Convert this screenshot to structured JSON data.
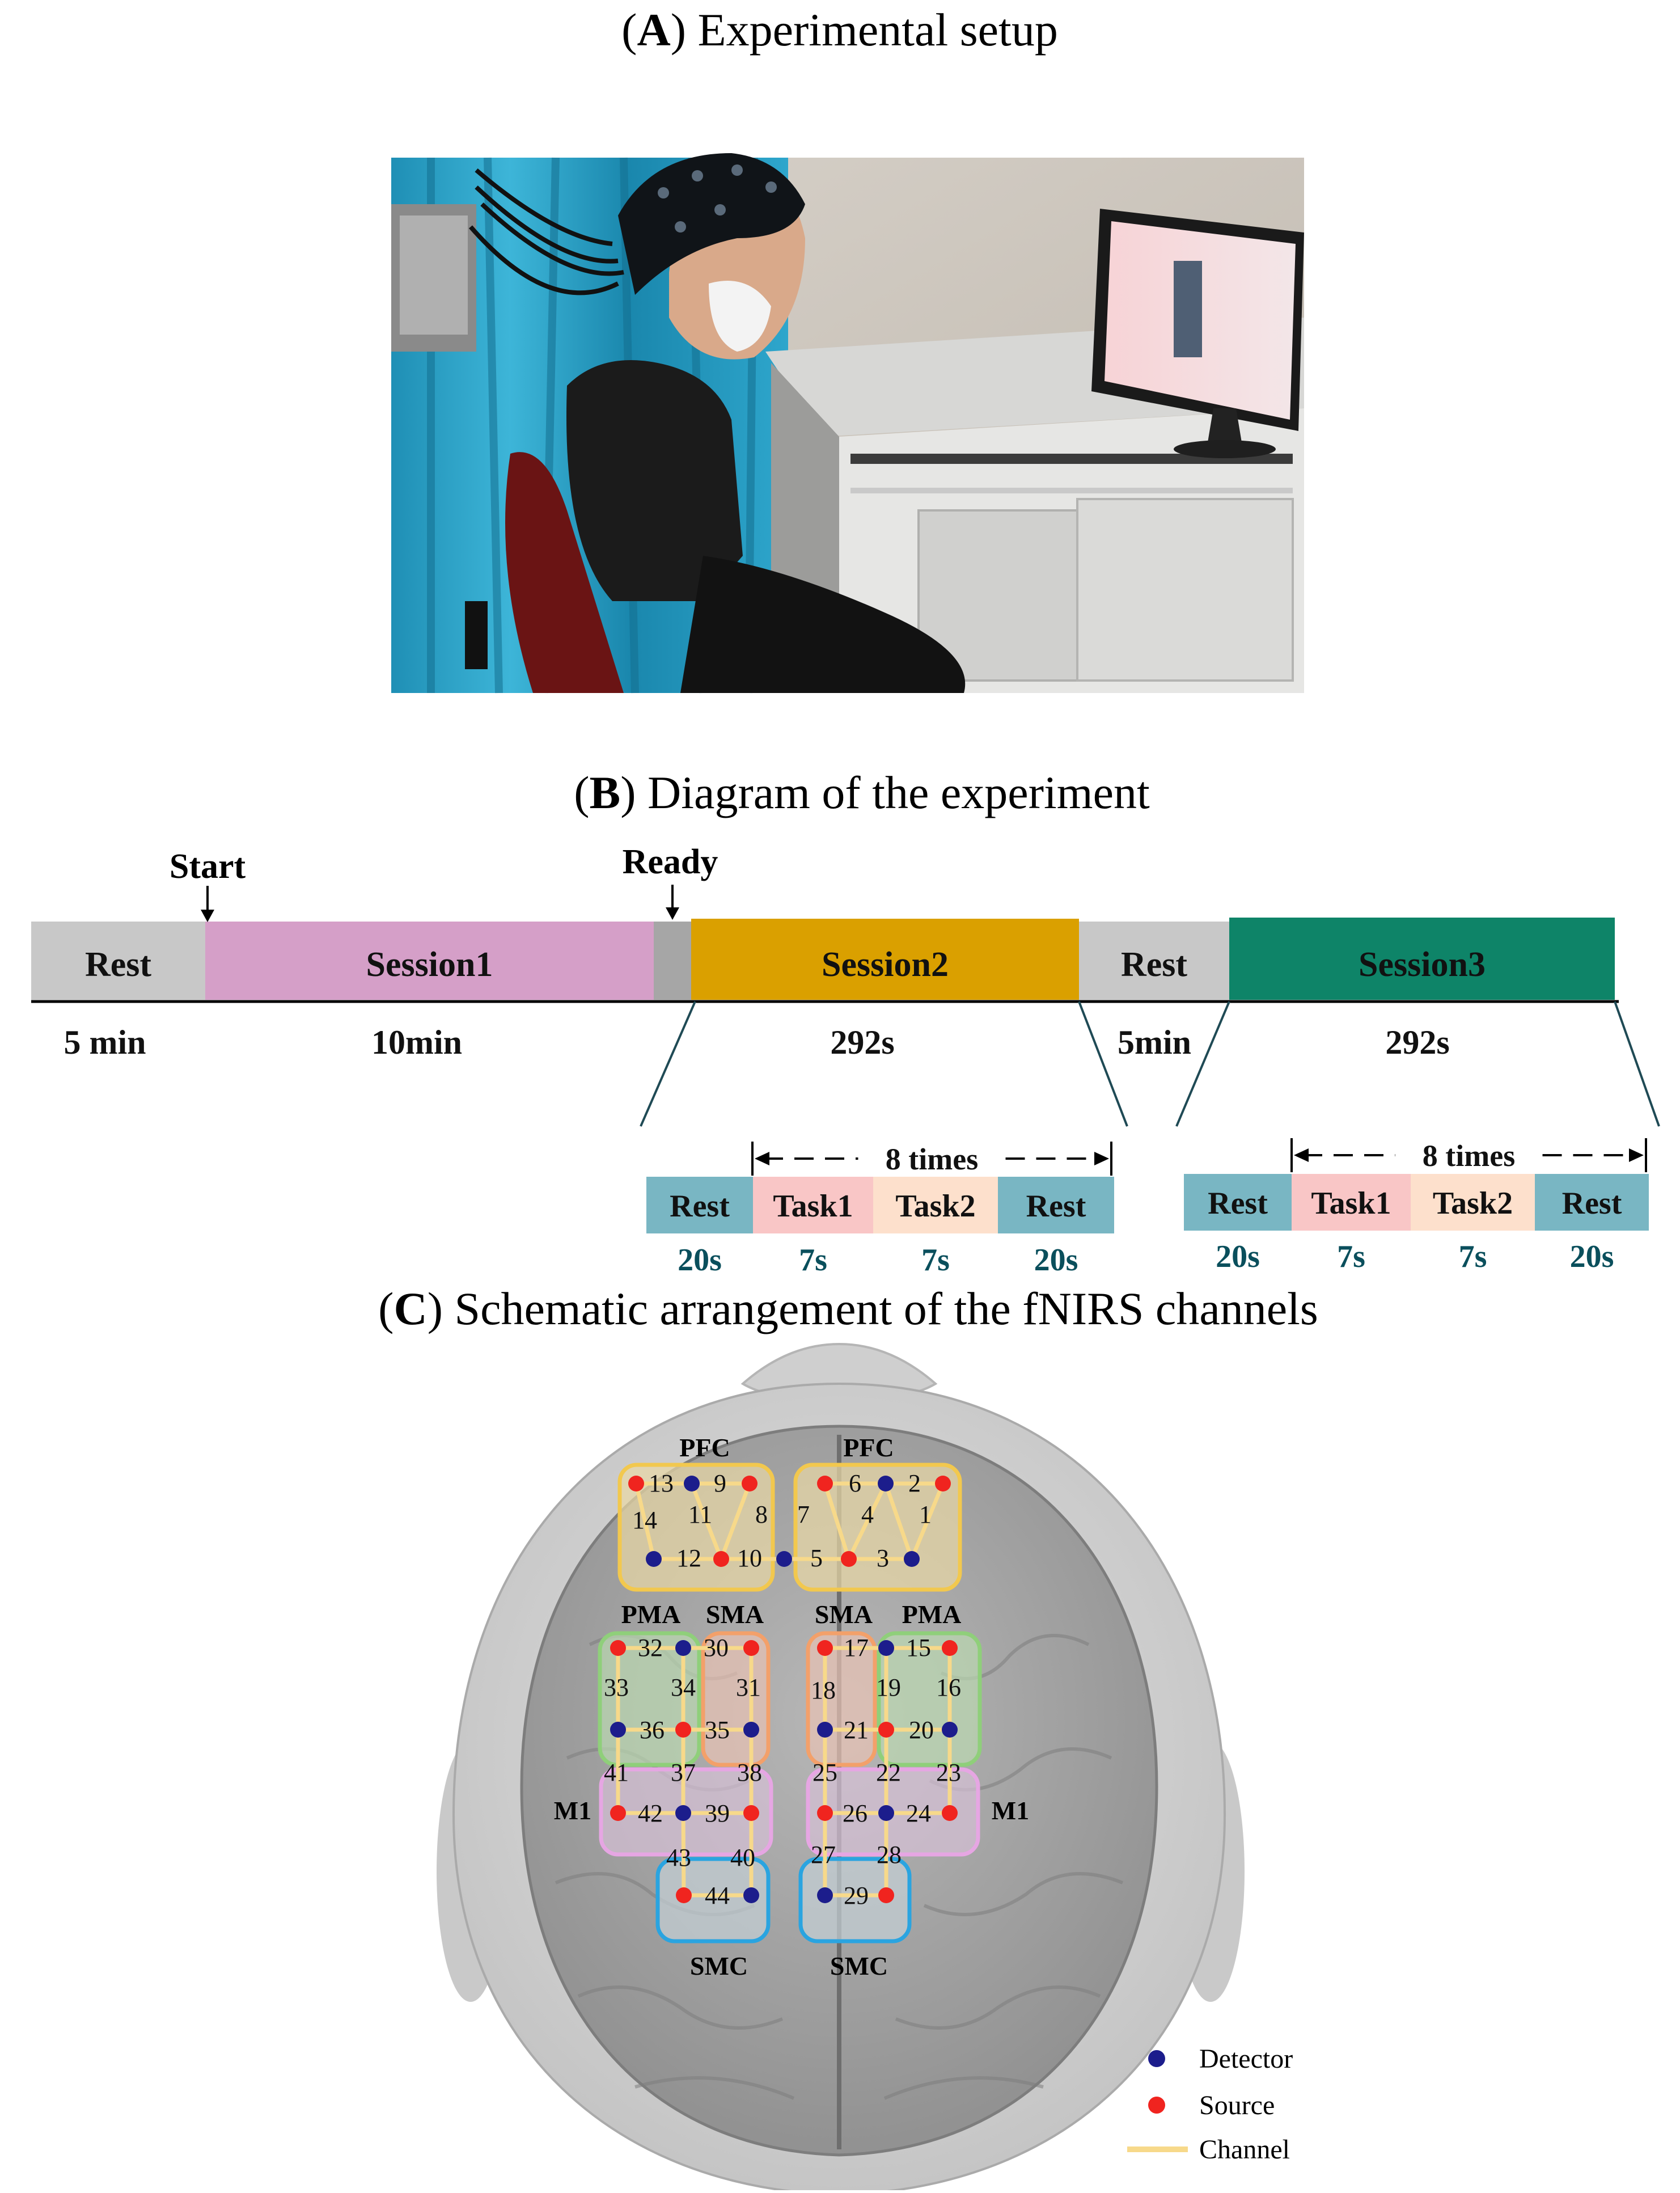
{
  "panels": {
    "a_letter": "A",
    "a_title": "Experimental setup",
    "b_letter": "B",
    "b_title": "Diagram of the experiment",
    "c_letter": "C",
    "c_title": "Schematic arrangement of the fNIRS channels"
  },
  "timeline": {
    "start_label": "Start",
    "ready_label": "Ready",
    "blocks": [
      {
        "label": "Rest",
        "color": "#c8c8c8",
        "duration": "5 min"
      },
      {
        "label": "Session1",
        "color": "#d59fc8",
        "duration": "10min"
      },
      {
        "label": "",
        "color": "#a6a6a6",
        "duration": ""
      },
      {
        "label": "Session2",
        "color": "#daa000",
        "duration": "292s"
      },
      {
        "label": "Rest",
        "color": "#c8c8c8",
        "duration": "5min"
      },
      {
        "label": "Session3",
        "color": "#0e8468",
        "duration": "292s"
      }
    ],
    "repeat_label": "8 times",
    "sub_blocks": [
      {
        "label": "Rest",
        "color": "#79b6c3",
        "duration": "20s"
      },
      {
        "label": "Task1",
        "color": "#f9c6c6",
        "duration": "7s"
      },
      {
        "label": "Task2",
        "color": "#fde0cc",
        "duration": "7s"
      },
      {
        "label": "Rest",
        "color": "#79b6c3",
        "duration": "20s"
      }
    ]
  },
  "regions": {
    "pfc_left": "PFC",
    "pfc_right": "PFC",
    "pma_left": "PMA",
    "sma_left": "SMA",
    "sma_right": "SMA",
    "pma_right": "PMA",
    "m1_left": "M1",
    "m1_right": "M1",
    "smc_left": "SMC",
    "smc_right": "SMC"
  },
  "channels": [
    "1",
    "2",
    "3",
    "4",
    "5",
    "6",
    "7",
    "8",
    "9",
    "10",
    "11",
    "12",
    "13",
    "14",
    "15",
    "16",
    "17",
    "18",
    "19",
    "20",
    "21",
    "22",
    "23",
    "24",
    "25",
    "26",
    "27",
    "28",
    "29",
    "30",
    "31",
    "32",
    "33",
    "34",
    "35",
    "36",
    "37",
    "38",
    "39",
    "40",
    "41",
    "42",
    "43",
    "44"
  ],
  "legend": {
    "detector": "Detector",
    "source": "Source",
    "channel": "Channel"
  },
  "colors": {
    "detector": "#1c1d8c",
    "source": "#f0241f",
    "channel": "#f7d98a",
    "pfc_box": "#f2c84e",
    "pma_box": "#8fcf7a",
    "sma_box": "#f3a06a",
    "m1_box": "#e6a6e3",
    "smc_box": "#2aa4e0",
    "duration_text": "#0a4f5c"
  }
}
